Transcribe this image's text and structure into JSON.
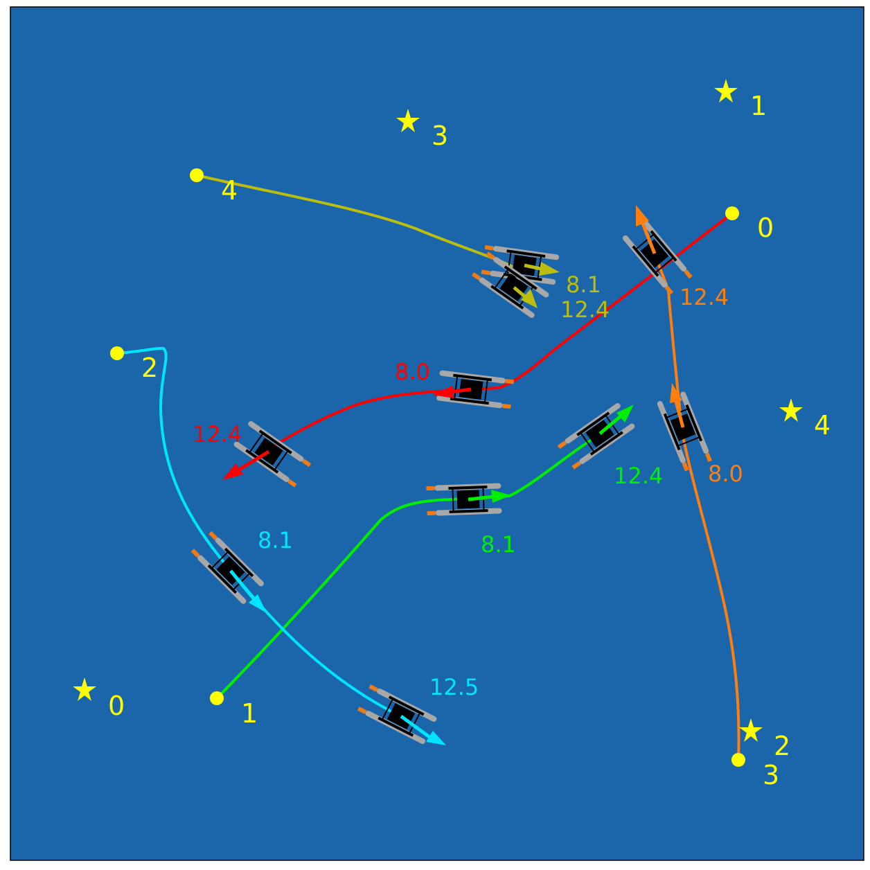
{
  "colors": {
    "water": "#1b65ab",
    "marker": "#ffff00",
    "hull": "#000000",
    "pontoon": "#a8a8a8",
    "thruster": "#f07a14"
  },
  "start_points": [
    {
      "id": "0",
      "label": "0"
    },
    {
      "id": "1",
      "label": "1"
    },
    {
      "id": "2",
      "label": "2"
    },
    {
      "id": "3",
      "label": "3"
    },
    {
      "id": "4",
      "label": "4"
    }
  ],
  "goal_stars": [
    {
      "id": "0",
      "label": "0"
    },
    {
      "id": "1",
      "label": "1"
    },
    {
      "id": "2",
      "label": "2"
    },
    {
      "id": "3",
      "label": "3"
    },
    {
      "id": "4",
      "label": "4"
    }
  ],
  "agents": [
    {
      "id": "red",
      "color": "#ff0000",
      "start": "0",
      "snapshots": [
        {
          "time_label": "8.0"
        },
        {
          "time_label": "12.4"
        }
      ]
    },
    {
      "id": "green",
      "color": "#00ee00",
      "start": "1",
      "snapshots": [
        {
          "time_label": "8.1"
        },
        {
          "time_label": "12.4"
        }
      ]
    },
    {
      "id": "cyan",
      "color": "#00e5ff",
      "start": "2",
      "snapshots": [
        {
          "time_label": "8.1"
        },
        {
          "time_label": "12.5"
        }
      ]
    },
    {
      "id": "orange",
      "color": "#ff7f0e",
      "start": "3",
      "snapshots": [
        {
          "time_label": "8.0"
        },
        {
          "time_label": "12.4"
        }
      ]
    },
    {
      "id": "olive",
      "color": "#bcbd0f",
      "start": "4",
      "snapshots": [
        {
          "time_label": "8.1"
        },
        {
          "time_label": "12.4"
        }
      ]
    }
  ]
}
